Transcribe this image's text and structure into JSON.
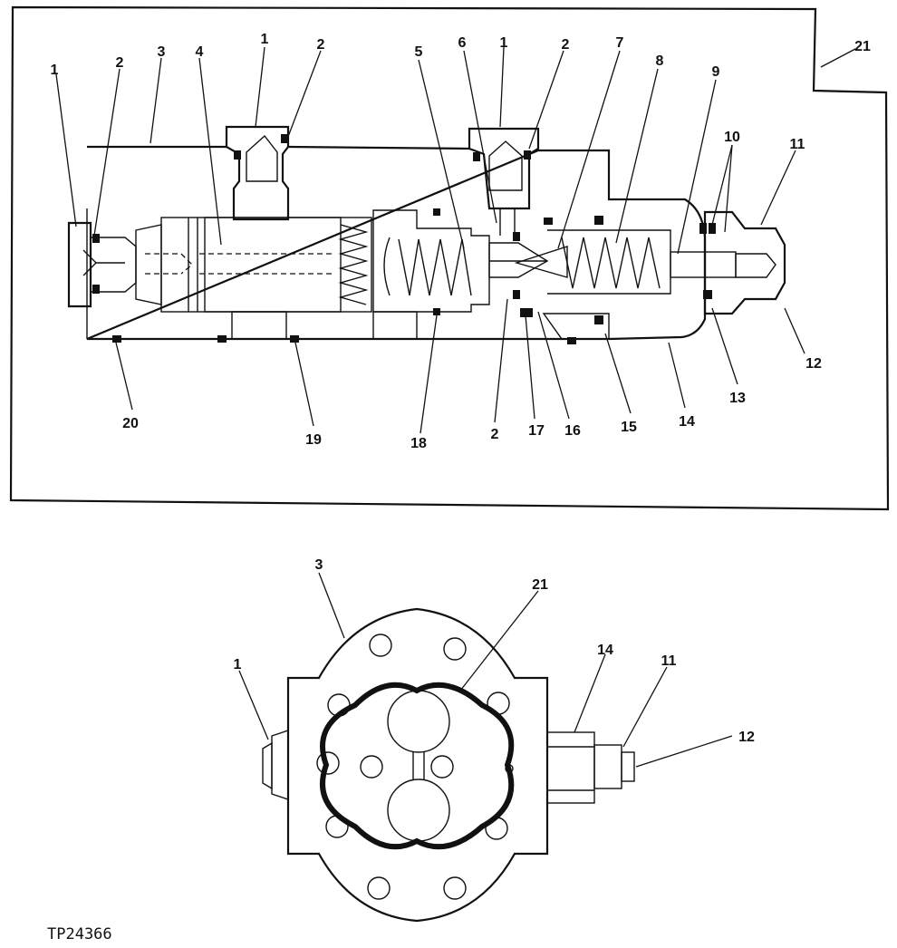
{
  "figure_id": "TP24366",
  "callouts_section": [
    "1",
    "2",
    "3",
    "4",
    "1",
    "2",
    "5",
    "6",
    "1",
    "2",
    "7",
    "8",
    "9",
    "10",
    "11",
    "21",
    "12",
    "13",
    "14",
    "15",
    "16",
    "17",
    "2",
    "18",
    "19",
    "20"
  ],
  "callouts_end_view": [
    "3",
    "21",
    "14",
    "11",
    "1",
    "12"
  ]
}
